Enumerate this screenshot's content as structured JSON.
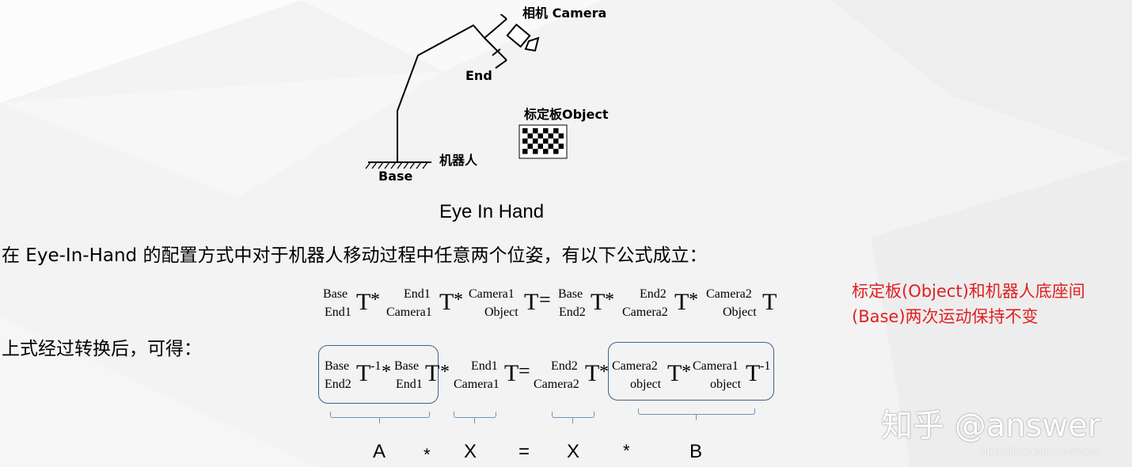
{
  "diagram": {
    "camera_label": "相机 Camera",
    "end_label": "End",
    "object_label": "标定板Object",
    "robot_label": "机器人",
    "base_label": "Base",
    "title": "Eye In Hand"
  },
  "text": {
    "intro": "在 Eye-In-Hand 的配置方式中对于机器人移动过程中任意两个位姿，有以下公式成立：",
    "after": "上式经过转换后，可得：",
    "note_line1": "标定板(Object)和机器人底座间",
    "note_line2": "(Base)两次运动保持不变"
  },
  "formula1": {
    "terms": [
      {
        "sup": "Base",
        "sub": "End1"
      },
      {
        "sup": "End1",
        "sub": "Camera1"
      },
      {
        "sup": "Camera1",
        "sub": "Object"
      },
      {
        "sup": "Base",
        "sub": "End2"
      },
      {
        "sup": "End2",
        "sub": "Camera2"
      },
      {
        "sup": "Camera2",
        "sub": "Object"
      }
    ],
    "T": "T",
    "star": "*",
    "equals": "="
  },
  "formula2": {
    "terms": [
      {
        "sup": "Base",
        "sub": "End2",
        "exp": "-1"
      },
      {
        "sup": "Base",
        "sub": "End1",
        "exp": ""
      },
      {
        "sup": "End1",
        "sub": "Camera1",
        "exp": ""
      },
      {
        "sup": "End2",
        "sub": "Camera2",
        "exp": ""
      },
      {
        "sup": "Camera2",
        "sub": "object",
        "exp": ""
      },
      {
        "sup": "Camera1",
        "sub": "object",
        "exp": "-1"
      }
    ],
    "T": "T",
    "star": "*",
    "equals": "="
  },
  "ax_xb": {
    "A": "A",
    "star1": "*",
    "X1": "X",
    "eq": "=",
    "X2": "X",
    "star2": "*",
    "B": "B"
  },
  "watermark": {
    "main": "知乎 @answer",
    "url": "https://blog.csdn.net/yaked"
  },
  "colors": {
    "note_red": "#e02020",
    "box_border": "#3f6189",
    "brace": "#6f93bf"
  }
}
